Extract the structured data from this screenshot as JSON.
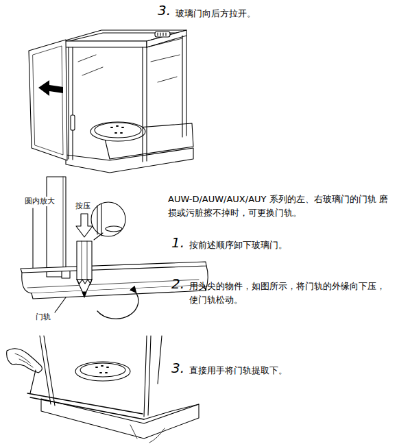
{
  "diagram": {
    "labels": [
      "3.",
      "玻璃门向后方拉开。",
      "AUW-D/AUW/AUX/AUY 系列的左、右玻璃门的门轨 磨损或污脏擦不掉时，可更换门轨。",
      "1.",
      "按前述顺序卸下玻璃门。",
      "2.",
      "用头尖的物件，如图所示，将门轨的外缘向下压， 使门轨松动。",
      "3.",
      "直接用手将门轨提取下。",
      "圆内放大",
      "按压",
      "门轨"
    ]
  }
}
